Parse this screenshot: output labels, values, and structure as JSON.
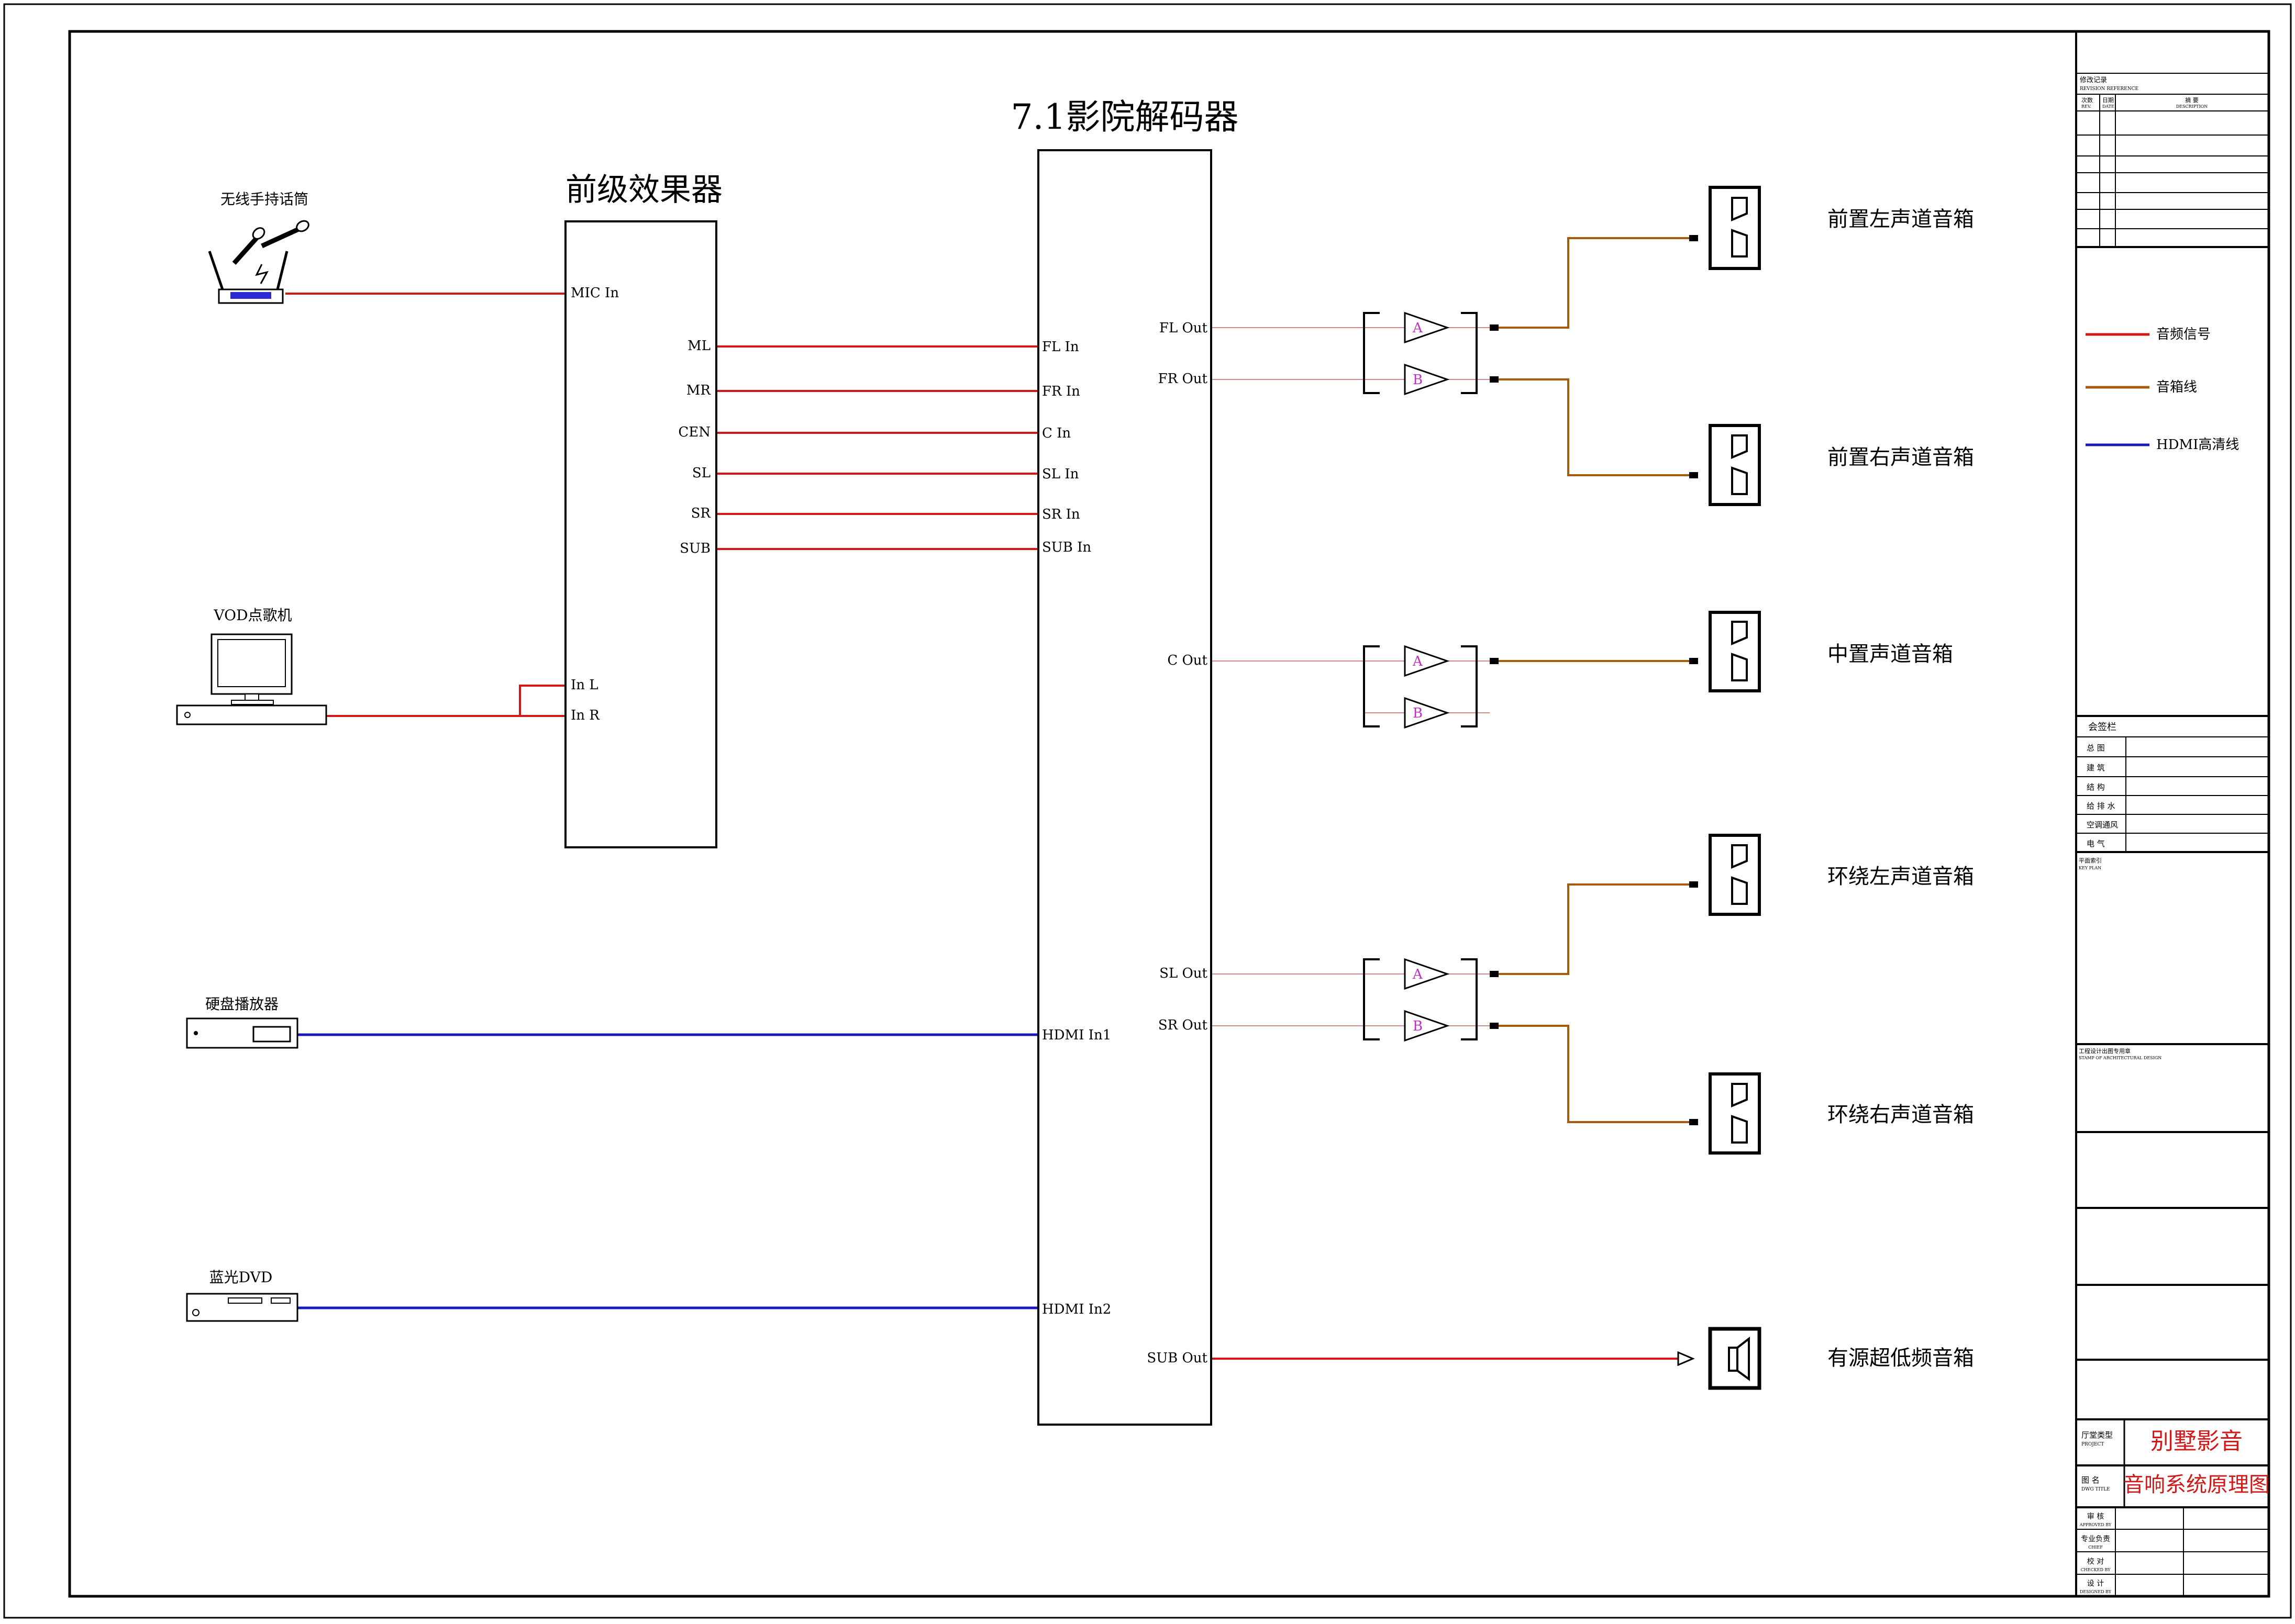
{
  "devices": {
    "preamp": {
      "title": "前级效果器",
      "mic_in": "MIC In",
      "in_l": "In L",
      "in_r": "In R",
      "outs": [
        "ML",
        "MR",
        "CEN",
        "SL",
        "SR",
        "SUB"
      ]
    },
    "decoder": {
      "title": "7.1影院解码器",
      "ins": [
        "FL In",
        "FR In",
        "C In",
        "SL In",
        "SR In",
        "SUB In"
      ],
      "hdmi_in1": "HDMI In1",
      "hdmi_in2": "HDMI In2",
      "outs": [
        "FL Out",
        "FR Out",
        "C Out",
        "SL Out",
        "SR Out",
        "SUB Out"
      ]
    },
    "mic": "无线手持话筒",
    "vod": "VOD点歌机",
    "hdd_player": "硬盘播放器",
    "bluray": "蓝光DVD"
  },
  "amp_labels": [
    "A",
    "B"
  ],
  "speakers": [
    "前置左声道音箱",
    "前置右声道音箱",
    "中置声道音箱",
    "环绕左声道音箱",
    "环绕右声道音箱",
    "有源超低频音箱"
  ],
  "legend": [
    {
      "label": "音频信号",
      "color": "#d01818"
    },
    {
      "label": "音箱线",
      "color": "#a85a0c"
    },
    {
      "label": "HDMI高清线",
      "color": "#1a1ab8"
    }
  ],
  "title_block": {
    "revision_header": "修改记录",
    "revision_header_en": "REVISION REFERENCE",
    "rev_cols": [
      "次数",
      "日期",
      "摘    要"
    ],
    "rev_cols_en": [
      "REV.",
      "DATE",
      "DESCRIPTION"
    ],
    "signoff_header": "会签栏",
    "signoff_rows": [
      "总  图",
      "建  筑",
      "结  构",
      "给 排 水",
      "空调通风",
      "电  气"
    ],
    "key_plan": "平面索引",
    "key_plan_en": "KEY PLAN",
    "stamp": "工程设计出图专用章",
    "stamp_en": "STAMP OF ARCHITECTURAL DESIGN",
    "project_label": "厅堂类型",
    "project_label_en": "PROJECT",
    "project_value": "别墅影音",
    "drawing_label": "图  名",
    "drawing_label_en": "DWG TITLE",
    "drawing_value": "音响系统原理图",
    "staff": [
      {
        "cn": "审  核",
        "en": "APPROVED BY"
      },
      {
        "cn": "专业负责",
        "en": "CHIEF"
      },
      {
        "cn": "校  对",
        "en": "CHECKED BY"
      },
      {
        "cn": "设  计",
        "en": "DESIGNED BY"
      }
    ]
  },
  "colors": {
    "audio": "#d01818",
    "speaker_wire": "#a85a0c",
    "hdmi": "#1a1ab8",
    "line": "#000000",
    "amp_letter": "#c02ec0",
    "title_red": "#d01818"
  }
}
